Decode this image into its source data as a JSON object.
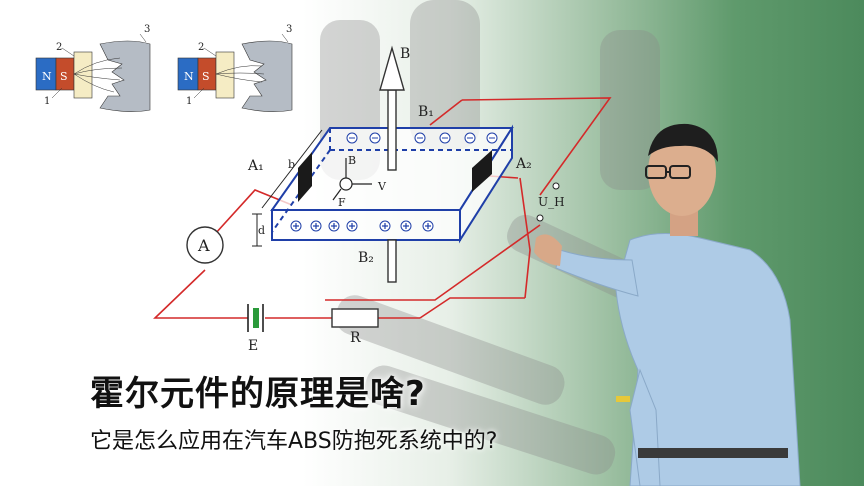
{
  "title": "霍尔元件的原理是啥?",
  "subtitle": "它是怎么应用在汽车ABS防抱死系统中的?",
  "magnet": {
    "north": "N",
    "south": "S"
  },
  "callouts": [
    "1",
    "2",
    "3"
  ],
  "labels": {
    "field_b": "B",
    "b1": "B₁",
    "b2": "B₂",
    "a1": "A₁",
    "a2": "A₂",
    "uh": "U_H",
    "width": "b",
    "depth": "d",
    "force": "F",
    "velocity": "V",
    "small_b": "B",
    "ammeter": "A",
    "battery": "E",
    "resistor": "R"
  }
}
